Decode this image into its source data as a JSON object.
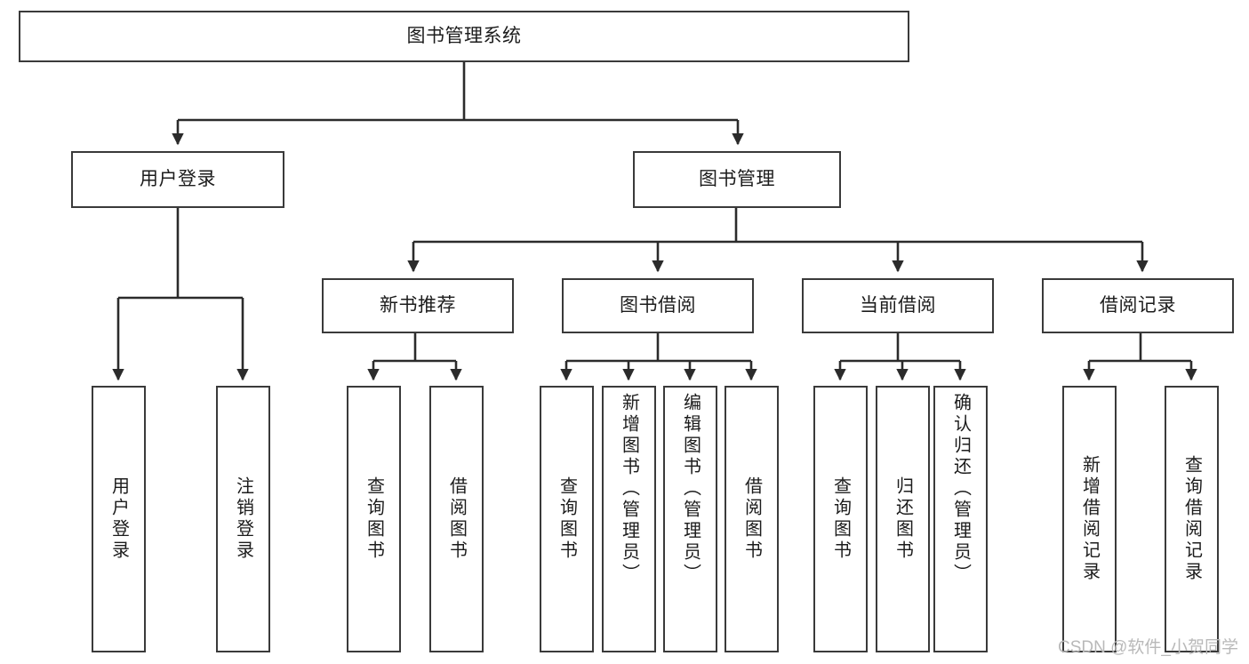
{
  "diagram": {
    "title": "图书管理系统",
    "type": "tree-hierarchy",
    "root": {
      "label": "图书管理系统"
    },
    "level2": [
      {
        "label": "用户登录"
      },
      {
        "label": "图书管理"
      }
    ],
    "level3": [
      {
        "label": "新书推荐"
      },
      {
        "label": "图书借阅"
      },
      {
        "label": "当前借阅"
      },
      {
        "label": "借阅记录"
      }
    ],
    "leaves": {
      "user_login": [
        {
          "label": "用户登录"
        },
        {
          "label": "注销登录"
        }
      ],
      "new_book_recommend": [
        {
          "label": "查询图书"
        },
        {
          "label": "借阅图书"
        }
      ],
      "book_borrow": [
        {
          "label": "查询图书"
        },
        {
          "label": "新增图书（管理员）"
        },
        {
          "label": "编辑图书（管理员）"
        },
        {
          "label": "借阅图书"
        }
      ],
      "current_borrow": [
        {
          "label": "查询图书"
        },
        {
          "label": "归还图书"
        },
        {
          "label": "确认归还（管理员）"
        }
      ],
      "borrow_record": [
        {
          "label": "新增借阅记录"
        },
        {
          "label": "查询借阅记录"
        }
      ]
    }
  },
  "watermark": {
    "text": "CSDN @软件_小贺同学"
  },
  "colors": {
    "box_border": "#3a3a3a",
    "box_fill": "#ffffff",
    "edge": "#2b2b2b",
    "text": "#1c1c1c",
    "watermark": "#b9b9b9"
  }
}
